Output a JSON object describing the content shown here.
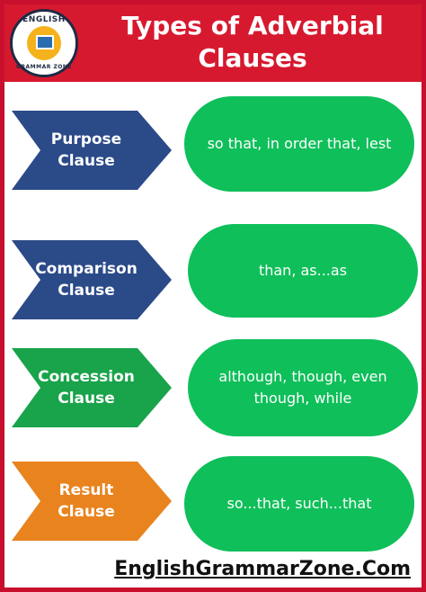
{
  "header": {
    "title_line1": "Types of Adverbial",
    "title_line2": "Clauses",
    "logo_top": "ENGLISH",
    "logo_bottom": "GRAMMAR ZONE"
  },
  "colors": {
    "header_red": "#d7192f",
    "navy": "#2b4a88",
    "green_pill": "#0fbf5a",
    "green_chevron": "#19a34a",
    "orange": "#e8831e"
  },
  "rows": [
    {
      "label": "Purpose\nClause",
      "text": "so that, in order that, lest",
      "color": "#2b4a88"
    },
    {
      "label": "Comparison\nClause",
      "text": "than, as...as",
      "color": "#2b4a88"
    },
    {
      "label": "Concession\nClause",
      "text": "although, though, even though, while",
      "color": "#19a34a"
    },
    {
      "label": "Result\nClause",
      "text": "so...that, such...that",
      "color": "#e8831e"
    }
  ],
  "footer": {
    "site": "EnglishGrammarZone.Com"
  }
}
